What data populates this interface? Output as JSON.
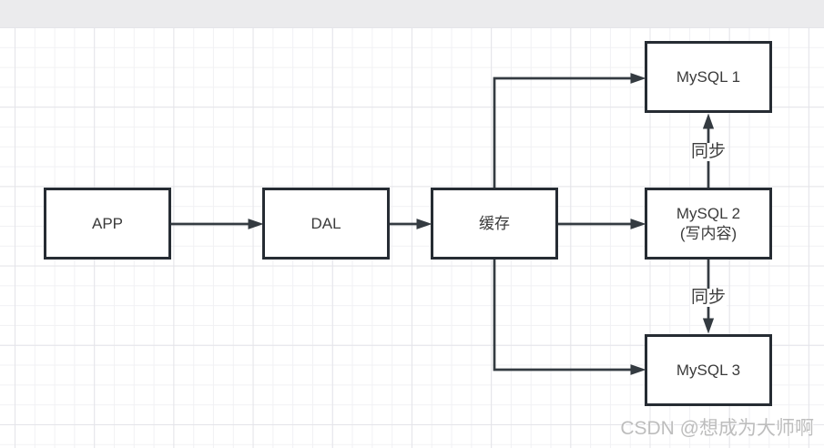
{
  "canvas": {
    "background": "#ffffff",
    "grid_minor_color": "#f1f1f4",
    "grid_major_color": "#e4e4e9",
    "topbar_color": "#ebebed",
    "stroke_color": "#343b41",
    "node_border_color": "#262c33",
    "node_fill": "#ffffff"
  },
  "diagram": {
    "nodes": {
      "app": {
        "label": "APP"
      },
      "dal": {
        "label": "DAL"
      },
      "cache": {
        "label": "缓存"
      },
      "mysql1": {
        "label": "MySQL 1"
      },
      "mysql2": {
        "label": "MySQL 2",
        "sublabel": "(写内容)"
      },
      "mysql3": {
        "label": "MySQL 3"
      }
    },
    "edges": {
      "app_to_dal": {
        "from": "APP",
        "to": "DAL"
      },
      "dal_to_cache": {
        "from": "DAL",
        "to": "缓存"
      },
      "cache_to_mysql1": {
        "from": "缓存",
        "to": "MySQL 1"
      },
      "cache_to_mysql2": {
        "from": "缓存",
        "to": "MySQL 2"
      },
      "cache_to_mysql3": {
        "from": "缓存",
        "to": "MySQL 3"
      },
      "mysql2_to_mysql1": {
        "from": "MySQL 2",
        "to": "MySQL 1",
        "label": "同步"
      },
      "mysql2_to_mysql3": {
        "from": "MySQL 2",
        "to": "MySQL 3",
        "label": "同步"
      }
    }
  },
  "watermark": {
    "text": "CSDN @想成为大师啊"
  }
}
